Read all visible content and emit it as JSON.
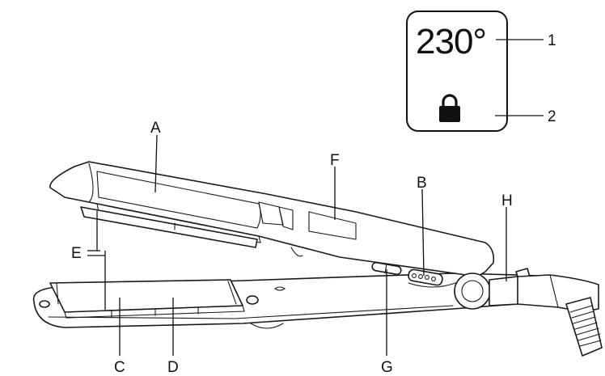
{
  "display": {
    "temperature": "230°",
    "lock_icon": "lock-icon",
    "callout_temperature": "1",
    "callout_lock": "2"
  },
  "parts": {
    "A": "A",
    "B": "B",
    "C": "C",
    "D": "D",
    "E": "E",
    "F": "F",
    "G": "G",
    "H": "H"
  }
}
